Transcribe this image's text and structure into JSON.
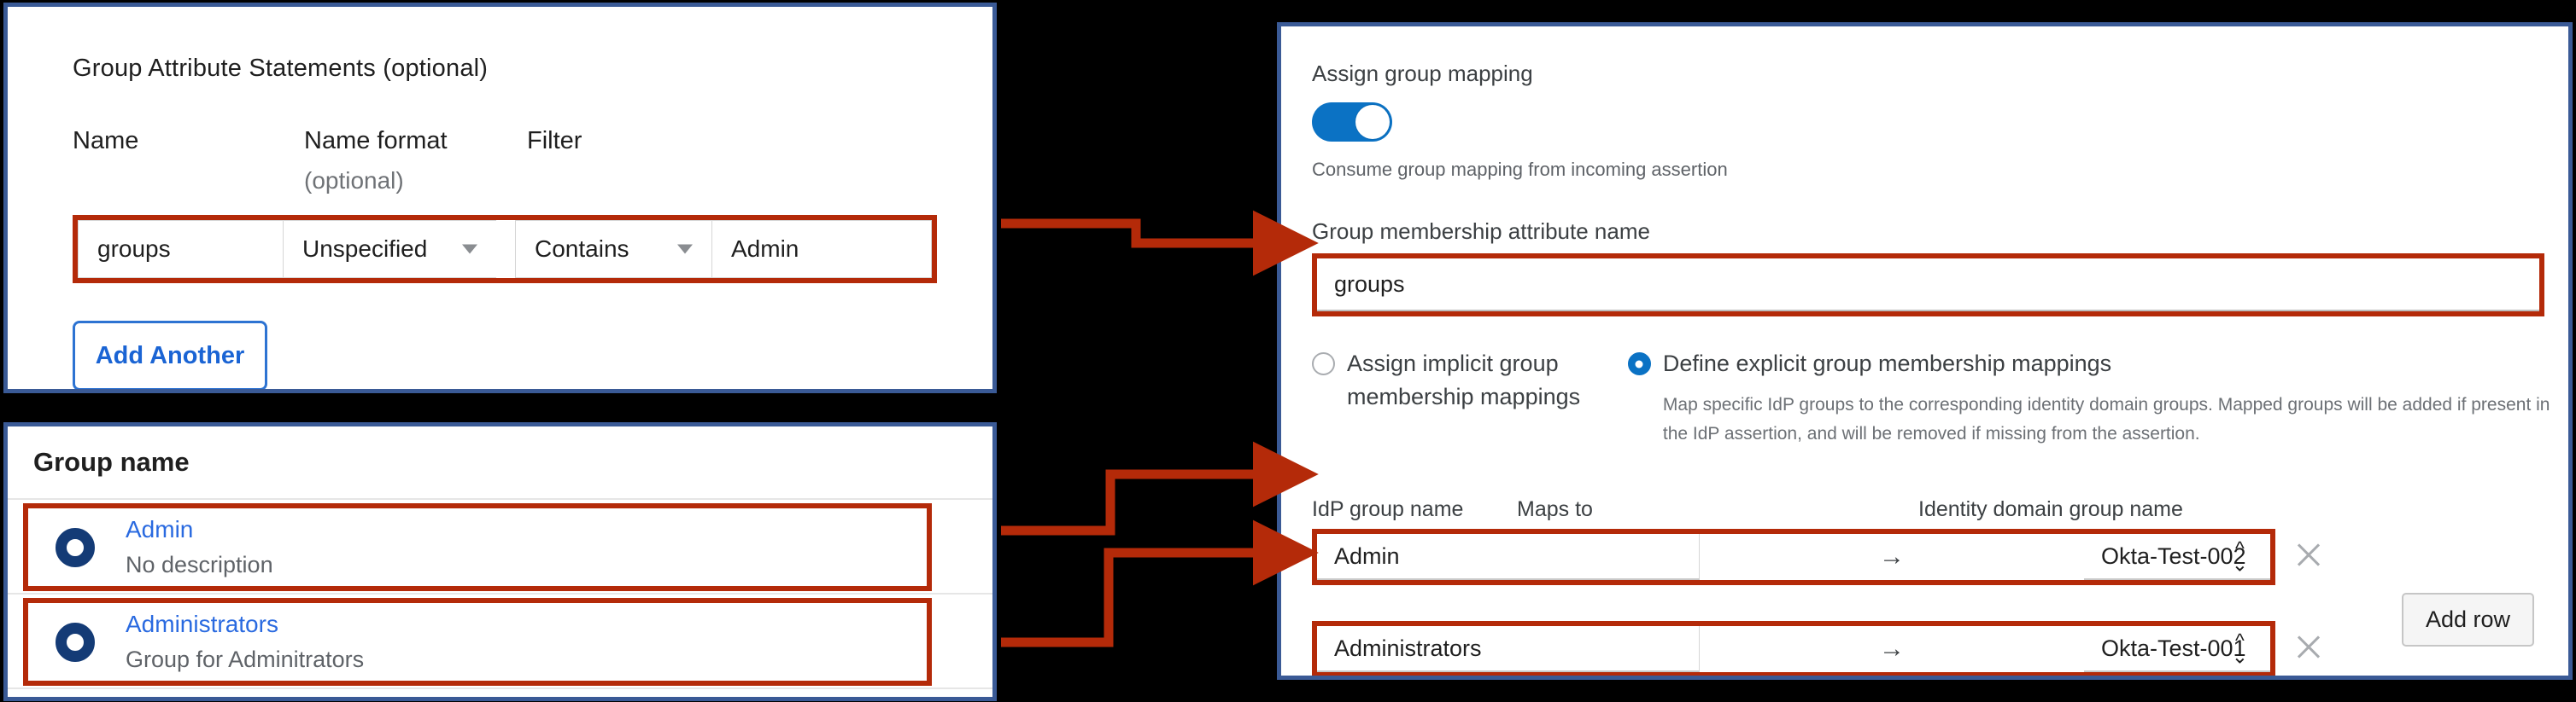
{
  "attribute_panel": {
    "title": "Group Attribute Statements (optional)",
    "columns": {
      "name": "Name",
      "name_format": "Name format",
      "name_format_sub": "(optional)",
      "filter": "Filter"
    },
    "row": {
      "name_value": "groups",
      "name_format_value": "Unspecified",
      "filter_type_value": "Contains",
      "filter_value": "Admin"
    },
    "add_another_label": "Add Another"
  },
  "group_list_panel": {
    "header": "Group name",
    "items": [
      {
        "name": "Admin",
        "description": "No description"
      },
      {
        "name": "Administrators",
        "description": "Group for Adminitrators"
      }
    ]
  },
  "mapping_panel": {
    "assign_group_mapping_label": "Assign group mapping",
    "toggle_state": "on",
    "toggle_hint": "Consume group mapping from incoming assertion",
    "attribute_name_label": "Group membership attribute name",
    "attribute_name_value": "groups",
    "radio_implicit_label": "Assign implicit group membership mappings",
    "radio_implicit_selected": false,
    "radio_explicit_label": "Define explicit group membership mappings",
    "radio_explicit_selected": true,
    "radio_explicit_description": "Map specific IdP groups to the corresponding identity domain groups. Mapped groups will be added if present in the IdP assertion, and will be removed if missing from the assertion.",
    "table_headers": {
      "idp_group_name": "IdP group name",
      "maps_to": "Maps to",
      "identity_domain_group_name": "Identity domain group name"
    },
    "maps_to_arrow": "→",
    "rows": [
      {
        "idp_group": "Admin",
        "domain_group": "Okta-Test-002"
      },
      {
        "idp_group": "Administrators",
        "domain_group": "Okta-Test-001"
      }
    ],
    "add_row_label": "Add row"
  },
  "colors": {
    "highlight": "#b42a09",
    "panel_border": "#3a5a96",
    "accent_blue": "#0b72c4",
    "link_blue": "#2a6ae0",
    "group_icon": "#143b76",
    "background": "#000000"
  }
}
